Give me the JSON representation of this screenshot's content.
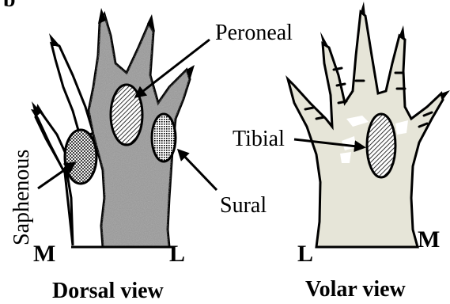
{
  "figure_label": "b",
  "dorsal": {
    "caption": "Dorsal view",
    "side_left": "M",
    "side_right": "L",
    "nerves": {
      "peroneal": "Peroneal",
      "saphenous": "Saphenous",
      "sural": "Sural"
    }
  },
  "volar": {
    "caption": "Volar view",
    "side_left": "L",
    "side_right": "M",
    "nerves": {
      "tibial": "Tibial"
    }
  },
  "colors": {
    "dorsal_fill": "#9a9a9a",
    "volar_fill": "#e6e5d8",
    "outline": "#000000"
  }
}
